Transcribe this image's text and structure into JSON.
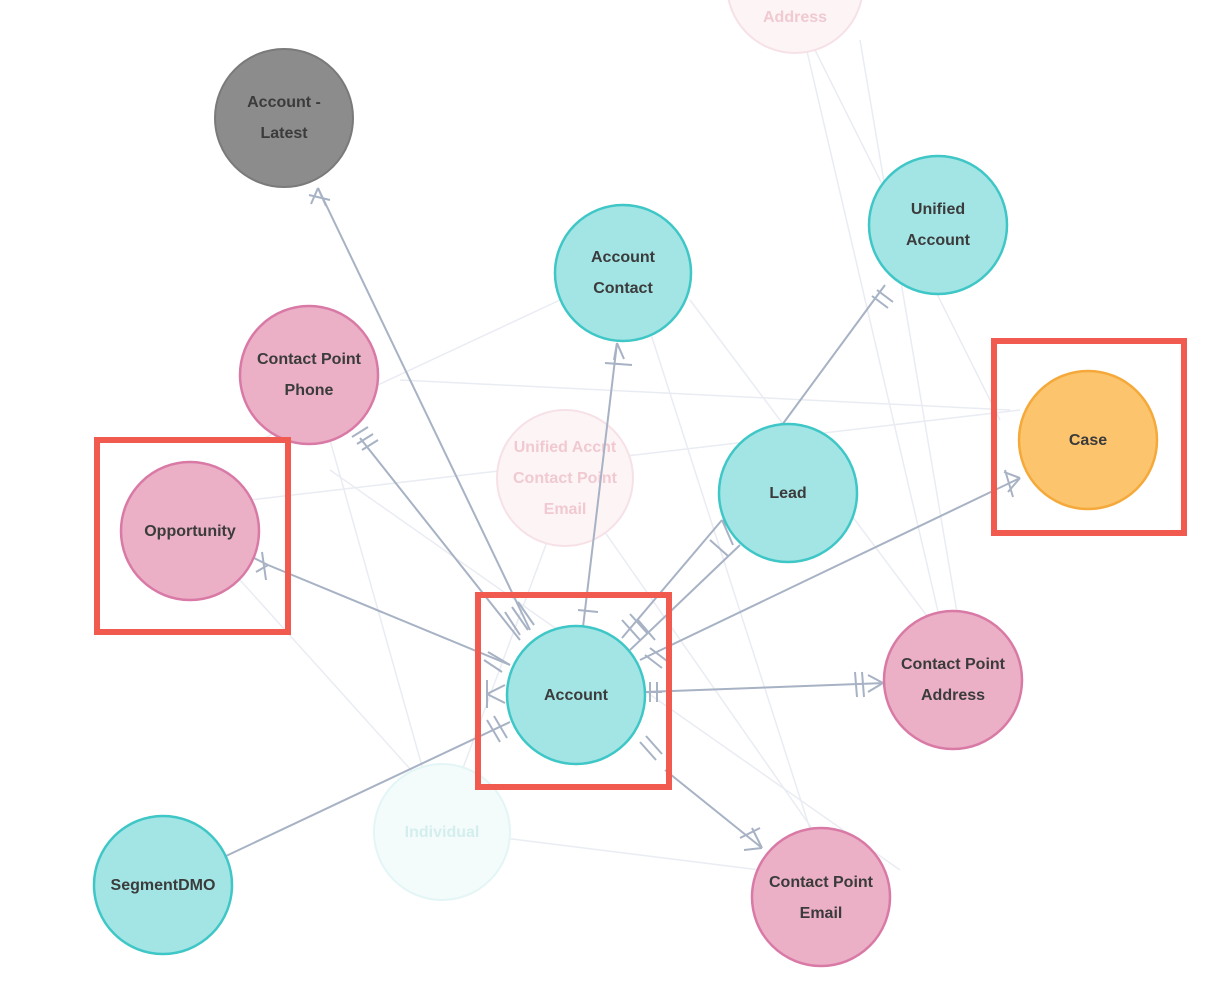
{
  "colors": {
    "teal": "#a3e5e5",
    "teal_stroke": "#3fc6c6",
    "pink": "#ebb0c6",
    "pink_stroke": "#d97aa6",
    "gray": "#8c8c8c",
    "gray_stroke": "#7a7a7a",
    "orange": "#fdc46e",
    "orange_stroke": "#f4a93a",
    "highlight": "#f05a4f",
    "edge": "#a7b2c4"
  },
  "nodes": {
    "account_latest": [
      "Account -",
      "Latest"
    ],
    "account_contact": [
      "Account",
      "Contact"
    ],
    "unified_account": [
      "Unified",
      "Account"
    ],
    "contact_point_phone": [
      "Contact Point",
      "Phone"
    ],
    "case": [
      "Case"
    ],
    "opportunity": [
      "Opportunity"
    ],
    "lead": [
      "Lead"
    ],
    "account": [
      "Account"
    ],
    "contact_point_address": [
      "Contact Point",
      "Address"
    ],
    "segment_dmo": [
      "SegmentDMO"
    ],
    "contact_point_email": [
      "Contact Point",
      "Email"
    ]
  },
  "faded_nodes": {
    "address": [
      "Address"
    ],
    "unified_acct_contact_point_email": [
      "Unified Accnt",
      "Contact Point",
      "Email"
    ],
    "individual": [
      "Individual"
    ]
  },
  "highlighted_nodes": [
    "opportunity",
    "account",
    "case"
  ]
}
